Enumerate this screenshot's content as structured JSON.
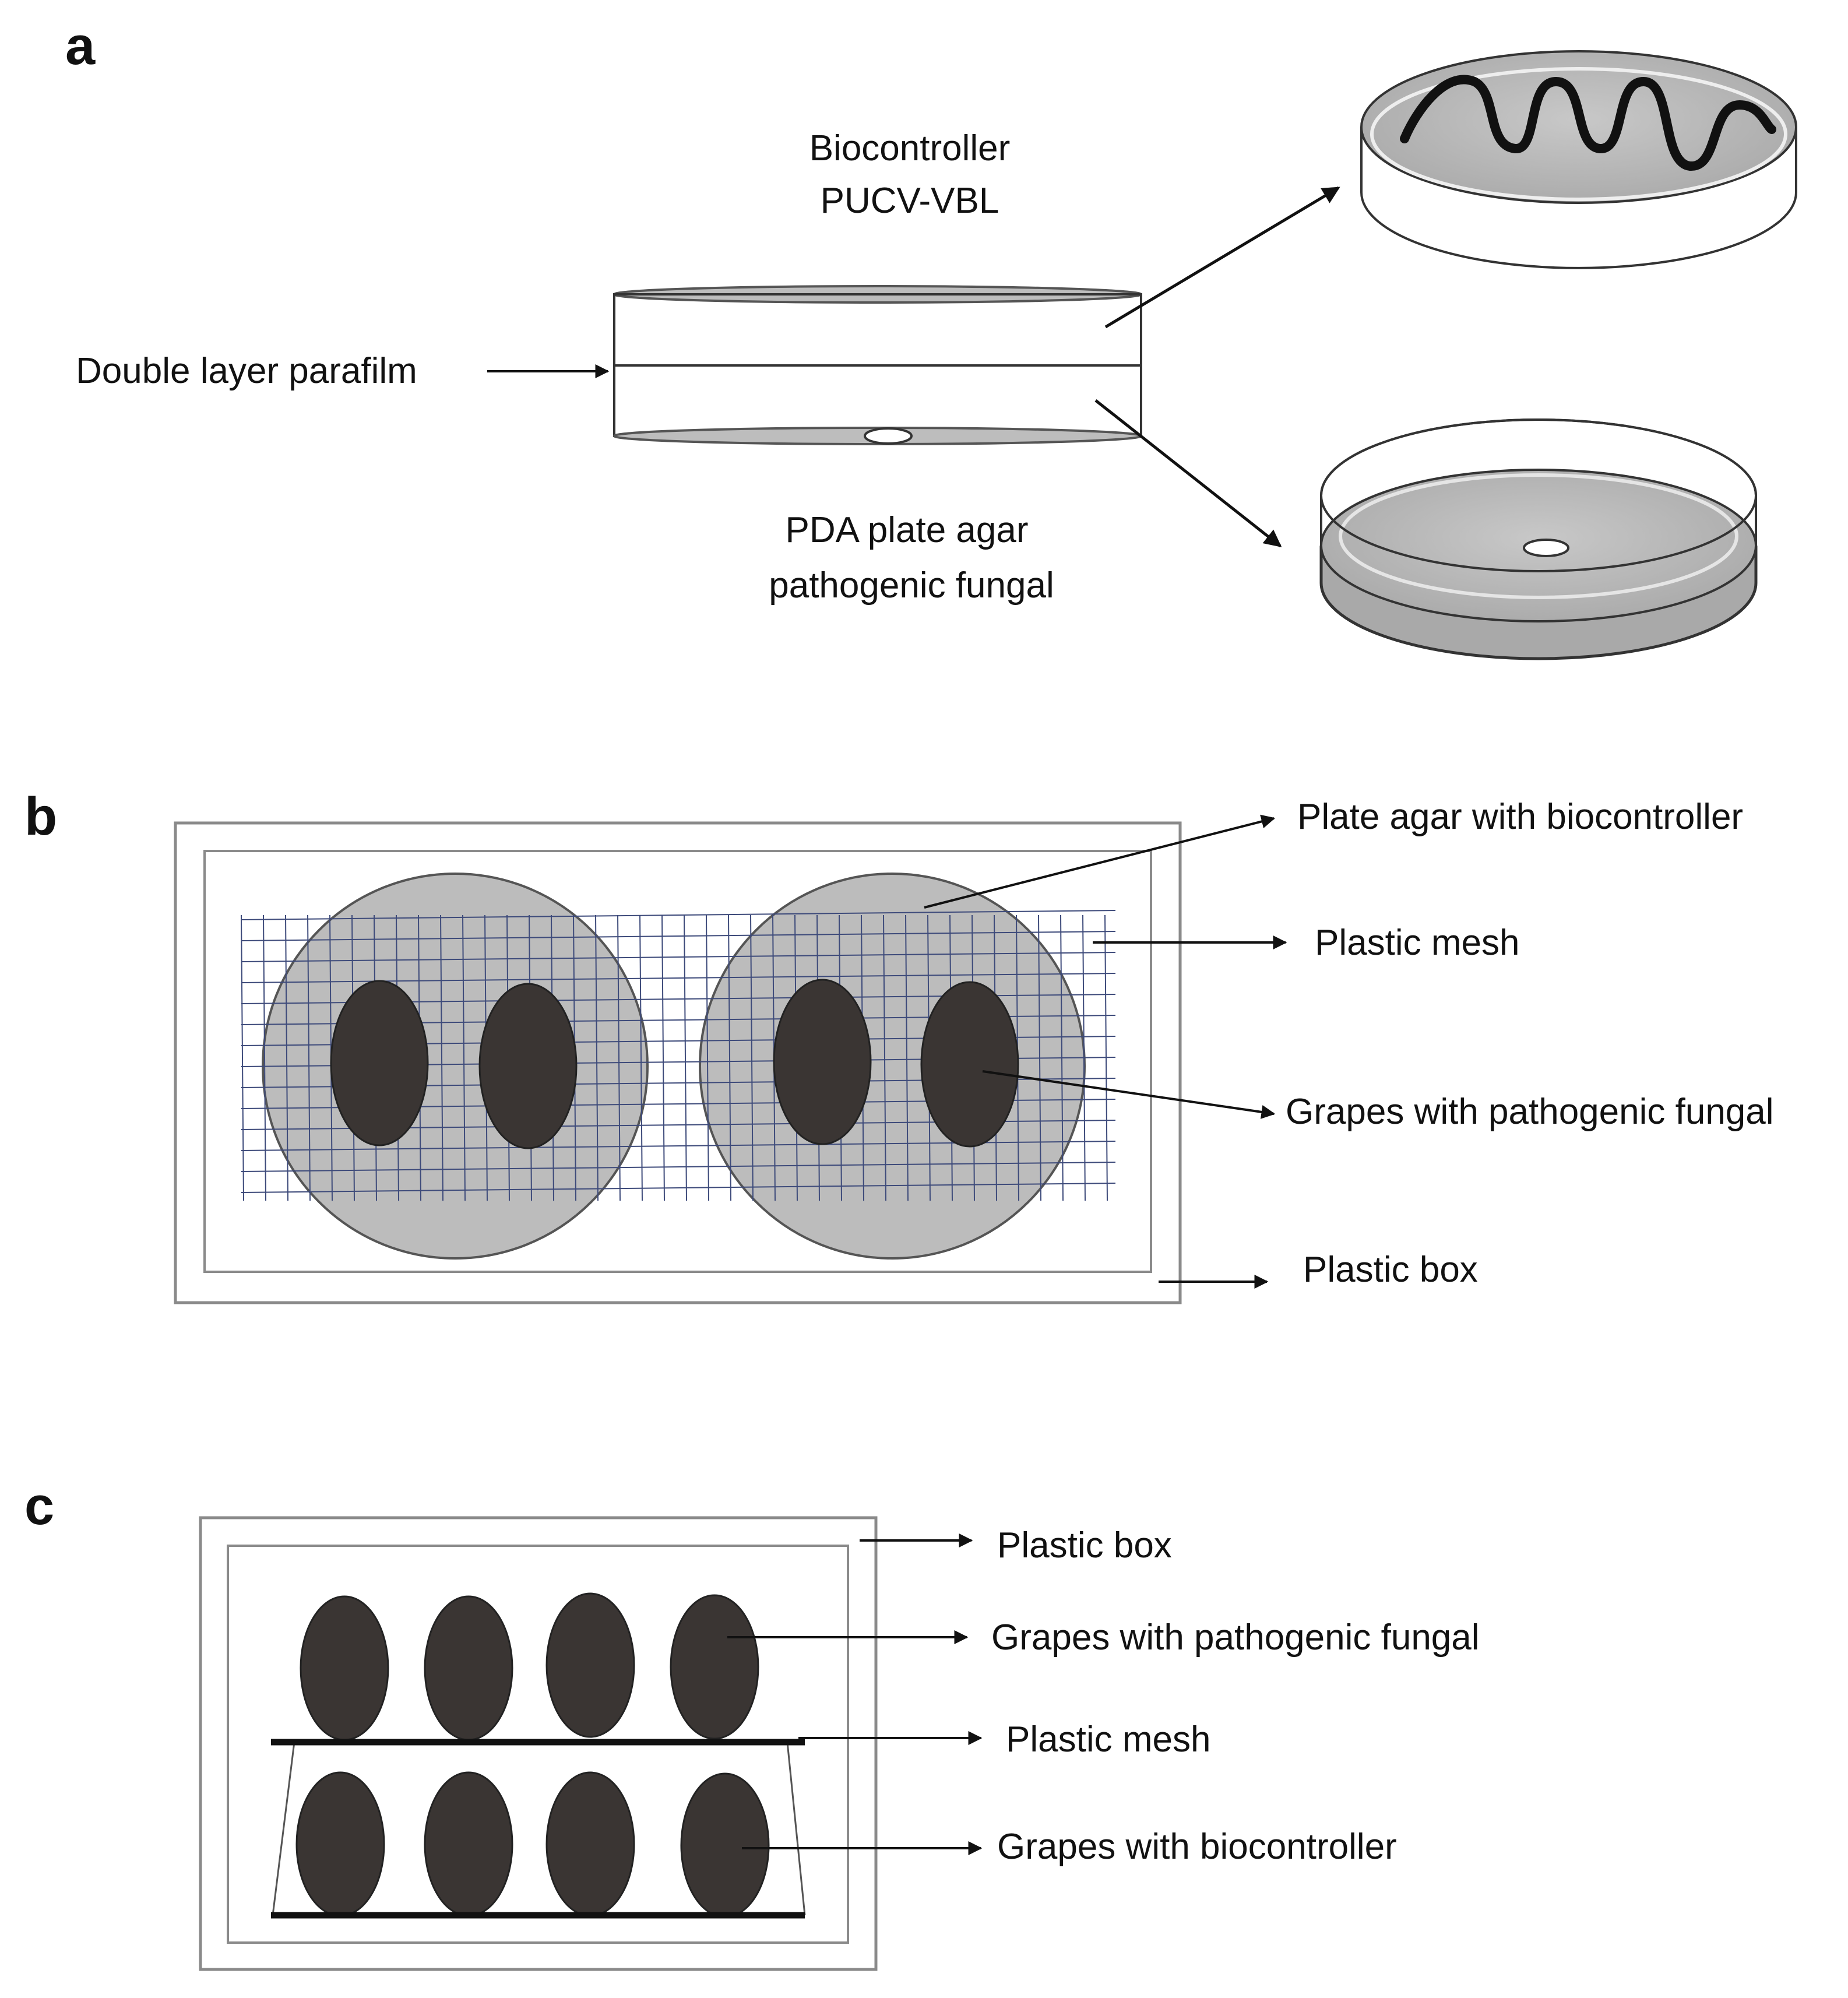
{
  "colors": {
    "agar_gray": "#bcbcbc",
    "agar_light": "#d9d9d9",
    "grape_dark": "#3a3533",
    "mesh_blue": "#3d4a7a",
    "line_black": "#111111",
    "box_gray": "#8a8a8a"
  },
  "panel_a": {
    "letter": "a",
    "biocontroller_line1": "Biocontroller",
    "biocontroller_line2": "PUCV-VBL",
    "parafilm_label": "Double layer parafilm",
    "pda_line1": "PDA plate agar",
    "pda_line2": "pathogenic fungal",
    "icons": [
      "streaked-petri-dish-icon",
      "inoculated-petri-dish-icon"
    ]
  },
  "panel_b": {
    "letter": "b",
    "labels": {
      "plate": "Plate agar with biocontroller",
      "mesh": "Plastic mesh",
      "grapes": "Grapes with pathogenic fungal",
      "box": "Plastic box"
    }
  },
  "panel_c": {
    "letter": "c",
    "labels": {
      "box": "Plastic box",
      "grapes_fungal": "Grapes with pathogenic fungal",
      "mesh": "Plastic mesh",
      "grapes_bio": "Grapes with biocontroller"
    }
  }
}
